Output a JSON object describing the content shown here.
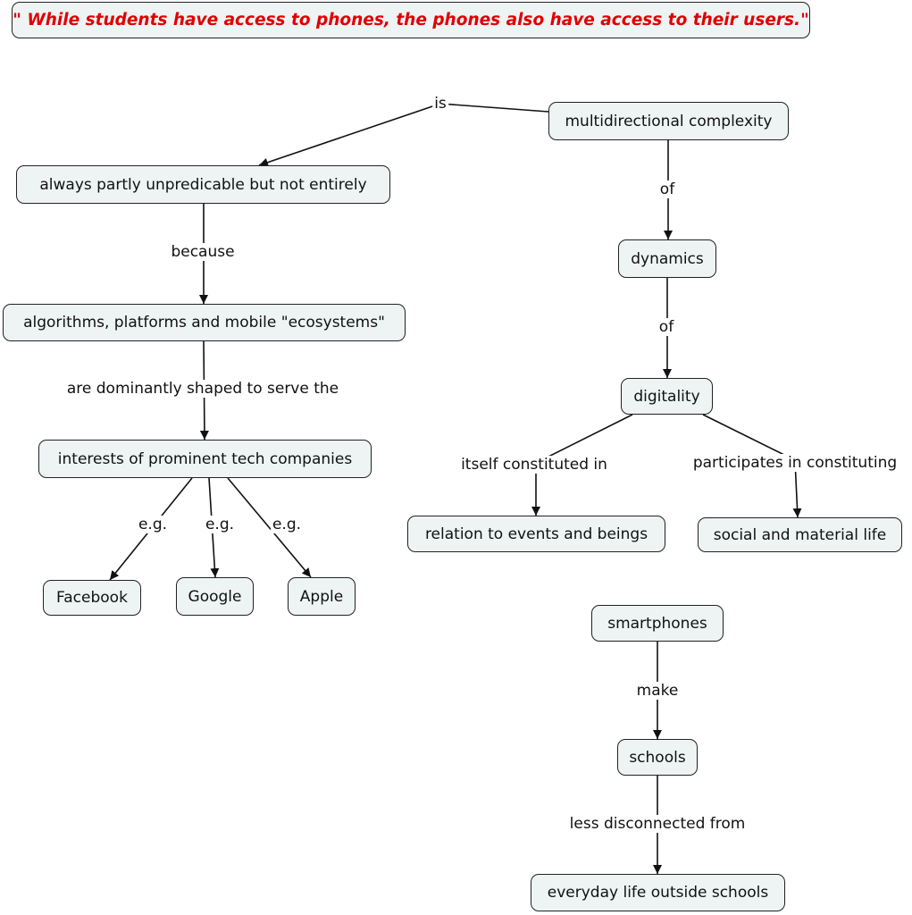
{
  "quote": "\" While students have access to phones, the phones also have access to their users.\"",
  "nodes": {
    "multidirectional": "multidirectional complexity",
    "unpredictable": "always partly unpredicable but not entirely",
    "algorithms": "algorithms, platforms and mobile \"ecosystems\"",
    "interests": "interests of prominent tech companies",
    "facebook": "Facebook",
    "google": "Google",
    "apple": "Apple",
    "dynamics": "dynamics",
    "digitality": "digitality",
    "relation": "relation to events and beings",
    "social": "social and material life",
    "smartphones": "smartphones",
    "schools": "schools",
    "everyday": "everyday life outside schools"
  },
  "links": {
    "is": "is",
    "because": "because",
    "shaped": "are dominantly shaped to serve the",
    "eg": "e.g.",
    "of": "of",
    "constituted": "itself constituted in",
    "participates": "participates in constituting",
    "make": "make",
    "disconnected": "less disconnected from"
  }
}
